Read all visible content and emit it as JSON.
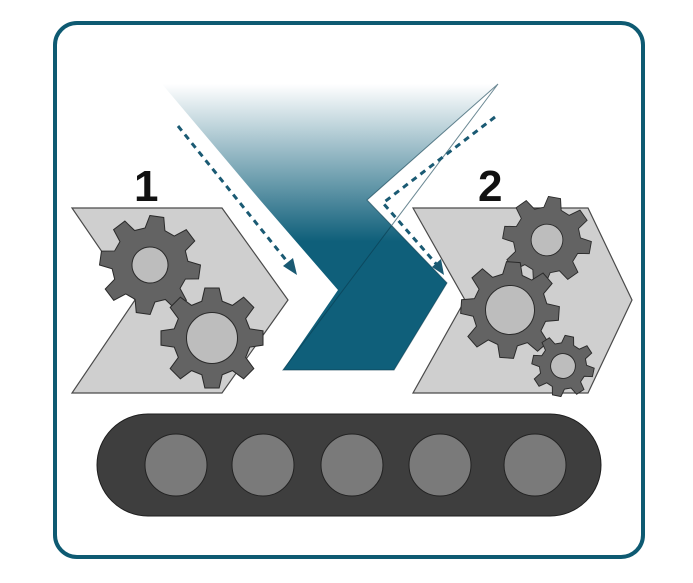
{
  "steps": [
    {
      "number": "1"
    },
    {
      "number": "2"
    }
  ],
  "colors": {
    "frame": "#0e5a72",
    "funnel_top": "#ffffff",
    "funnel_bottom": "#0f5f7a",
    "chevron_fill": "#cfcfcf",
    "gear": "#636363",
    "belt": "#3e3e3e",
    "roller": "#7a7a7a",
    "arrow": "#1a5a73"
  },
  "icons": [
    "gear-icon",
    "conveyor-belt",
    "funnel",
    "dashed-arrow",
    "chevron"
  ]
}
